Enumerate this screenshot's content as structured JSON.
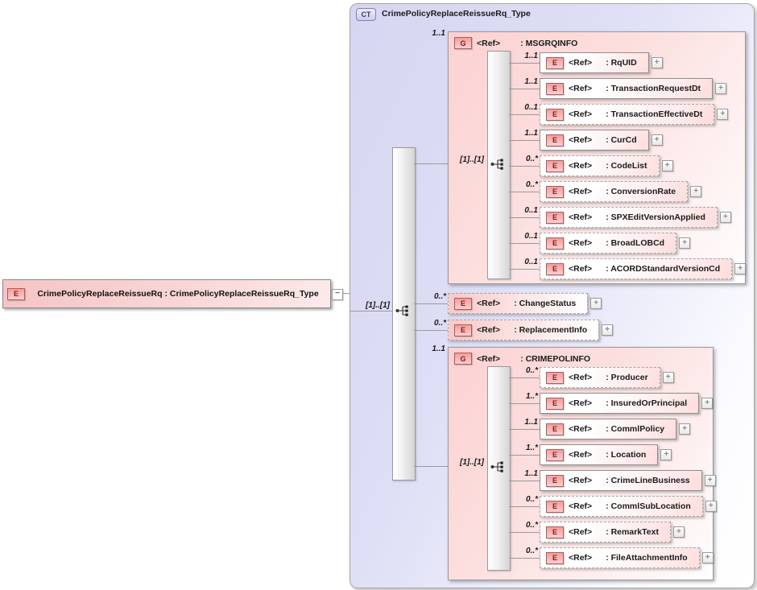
{
  "ui": {
    "ref_label": "<Ref>",
    "expand_glyph": "+",
    "collapse_glyph": "−",
    "element_badge": "E",
    "group_badge": "G",
    "complex_type_badge": "CT"
  },
  "palette": {
    "element_pink": "#f5c4c4",
    "group_pink": "#fbd2d2",
    "container_lavender": "#d6d6f2",
    "badge_border_red": "#b05a5a",
    "line_gray": "#9a9a9a"
  },
  "root": {
    "label": "CrimePolicyReplaceReissueRq : CrimePolicyReplaceReissueRq_Type"
  },
  "complex_type": {
    "title": "CrimePolicyReplaceReissueRq_Type",
    "sequence_occurs": "[1]..[1]"
  },
  "msgrqinfo": {
    "occurs": "1..1",
    "name": ": MSGRQINFO",
    "sequence_occurs": "[1]..[1]",
    "children": [
      {
        "occurs": "1..1",
        "name": ": RqUID"
      },
      {
        "occurs": "1..1",
        "name": ": TransactionRequestDt"
      },
      {
        "occurs": "0..1",
        "name": ": TransactionEffectiveDt"
      },
      {
        "occurs": "1..1",
        "name": ": CurCd"
      },
      {
        "occurs": "0..*",
        "name": ": CodeList"
      },
      {
        "occurs": "0..*",
        "name": ": ConversionRate"
      },
      {
        "occurs": "0..1",
        "name": ": SPXEditVersionApplied"
      },
      {
        "occurs": "0..1",
        "name": ": BroadLOBCd"
      },
      {
        "occurs": "0..1",
        "name": ": ACORDStandardVersionCd"
      }
    ]
  },
  "change_status": {
    "occurs": "0..*",
    "name": ": ChangeStatus"
  },
  "replacement_info": {
    "occurs": "0..*",
    "name": ": ReplacementInfo"
  },
  "crimepolinfo": {
    "occurs": "1..1",
    "name": ": CRIMEPOLINFO",
    "sequence_occurs": "[1]..[1]",
    "children": [
      {
        "occurs": "0..*",
        "name": ": Producer"
      },
      {
        "occurs": "1..*",
        "name": ": InsuredOrPrincipal"
      },
      {
        "occurs": "1..1",
        "name": ": CommlPolicy"
      },
      {
        "occurs": "1..*",
        "name": ": Location"
      },
      {
        "occurs": "1..1",
        "name": ": CrimeLineBusiness"
      },
      {
        "occurs": "0..*",
        "name": ": CommlSubLocation"
      },
      {
        "occurs": "0..*",
        "name": ": RemarkText"
      },
      {
        "occurs": "0..*",
        "name": ": FileAttachmentInfo"
      }
    ]
  }
}
